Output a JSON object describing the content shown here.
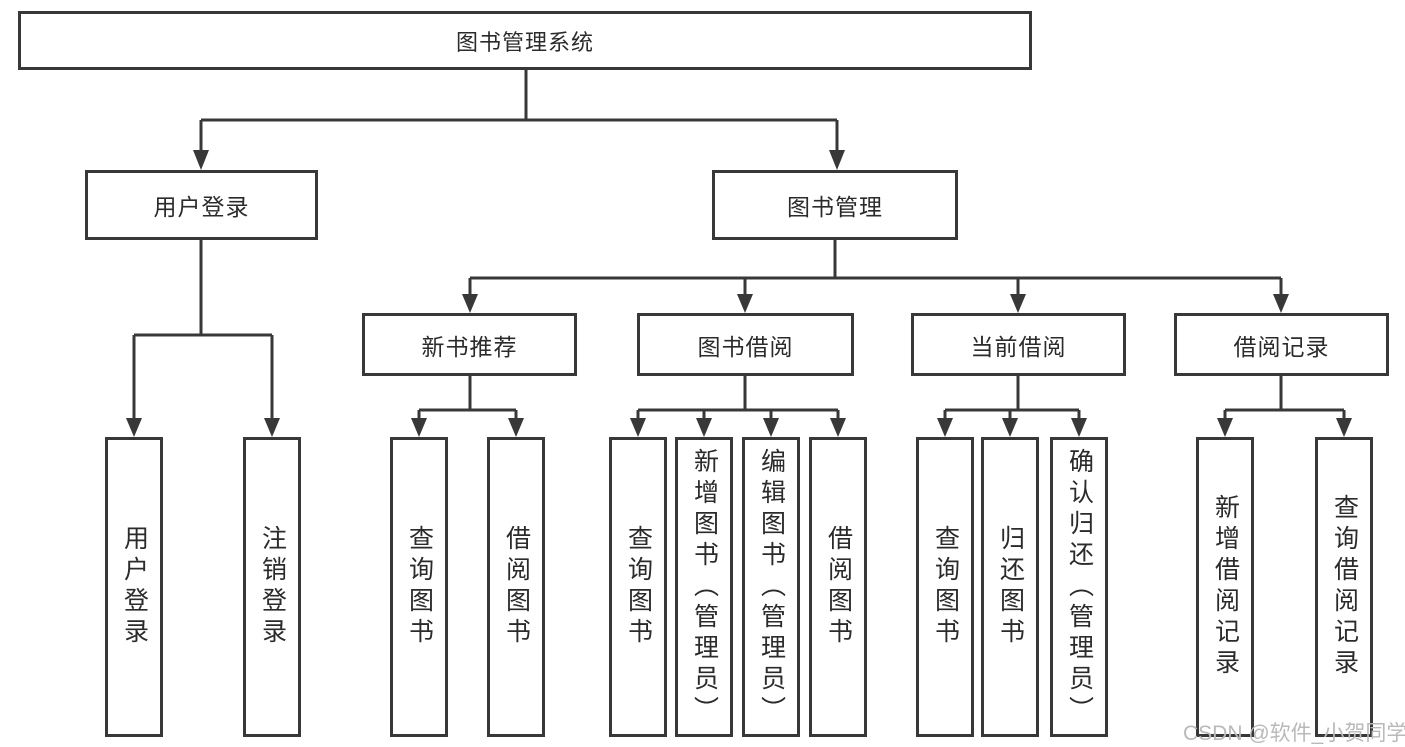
{
  "tree": {
    "label": "图书管理系统",
    "children": [
      {
        "label": "用户登录",
        "children": [
          {
            "label": "用户登录"
          },
          {
            "label": "注销登录"
          }
        ]
      },
      {
        "label": "图书管理",
        "children": [
          {
            "label": "新书推荐",
            "children": [
              {
                "label": "查询图书"
              },
              {
                "label": "借阅图书"
              }
            ]
          },
          {
            "label": "图书借阅",
            "children": [
              {
                "label": "查询图书"
              },
              {
                "label": "新增图书（管理员）"
              },
              {
                "label": "编辑图书（管理员）"
              },
              {
                "label": "借阅图书"
              }
            ]
          },
          {
            "label": "当前借阅",
            "children": [
              {
                "label": "查询图书"
              },
              {
                "label": "归还图书"
              },
              {
                "label": "确认归还（管理员）"
              }
            ]
          },
          {
            "label": "借阅记录",
            "children": [
              {
                "label": "新增借阅记录"
              },
              {
                "label": "查询借阅记录"
              }
            ]
          }
        ]
      }
    ]
  },
  "watermark": {
    "text": "CSDN @软件_小贺同学"
  },
  "colors": {
    "line": "#383838",
    "text": "#2b2b2b",
    "watermark": "#b9b9b9",
    "bg": "#ffffff"
  }
}
